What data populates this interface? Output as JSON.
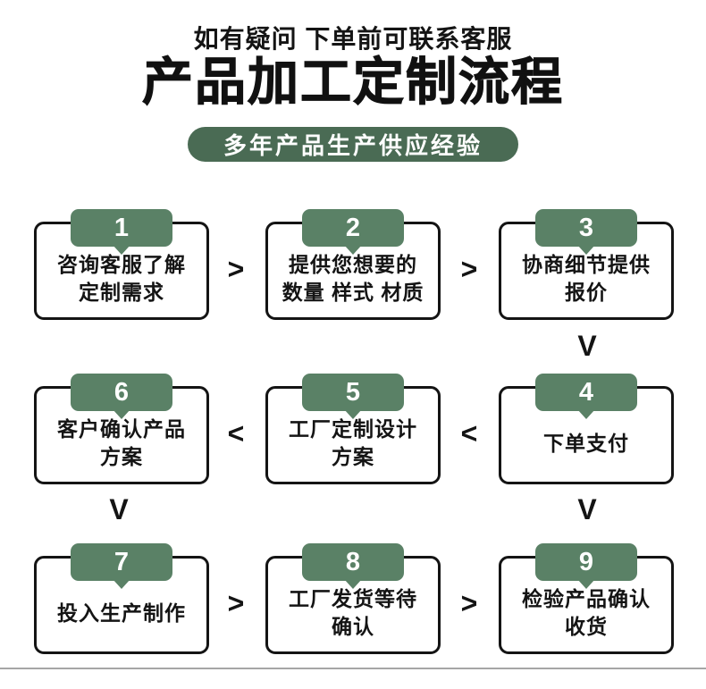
{
  "header": {
    "note": "如有疑问 下单前可联系客服",
    "title": "产品加工定制流程",
    "banner": "多年产品生产供应经验"
  },
  "colors": {
    "banner_green": "#4a6b54",
    "tab_green": "#5a8166",
    "border_black": "#141414",
    "divider_gray": "#a6a6a6",
    "text_white": "#ffffff"
  },
  "steps": [
    {
      "number": "1",
      "lines": [
        "咨询客服了解",
        "定制需求"
      ]
    },
    {
      "number": "2",
      "lines": [
        "提供您想要的",
        "数量 样式 材质"
      ]
    },
    {
      "number": "3",
      "lines": [
        "协商细节提供",
        "报价"
      ]
    },
    {
      "number": "4",
      "lines": [
        "下单支付"
      ]
    },
    {
      "number": "5",
      "lines": [
        "工厂定制设计",
        "方案"
      ]
    },
    {
      "number": "6",
      "lines": [
        "客户确认产品",
        "方案"
      ]
    },
    {
      "number": "7",
      "lines": [
        "投入生产制作"
      ]
    },
    {
      "number": "8",
      "lines": [
        "工厂发货等待",
        "确认"
      ]
    },
    {
      "number": "9",
      "lines": [
        "检验产品确认",
        "收货"
      ]
    }
  ],
  "arrows": {
    "right": ">",
    "left": "<",
    "down": "V"
  }
}
